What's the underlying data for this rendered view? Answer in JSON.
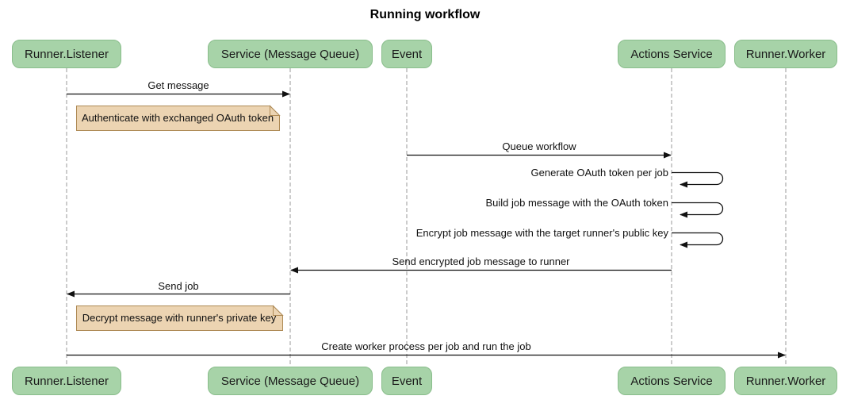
{
  "title": "Running workflow",
  "diagram_type": "sequence",
  "actors": [
    {
      "label": "Runner.Listener"
    },
    {
      "label": "Service (Message Queue)"
    },
    {
      "label": "Event"
    },
    {
      "label": "Actions Service"
    },
    {
      "label": "Runner.Worker"
    }
  ],
  "messages": [
    {
      "text": "Get message",
      "from": "Runner.Listener",
      "to": "Service (Message Queue)",
      "type": "solid-arrow"
    },
    {
      "text": "Queue workflow",
      "from": "Event",
      "to": "Actions Service",
      "type": "solid-arrow"
    },
    {
      "text": "Generate OAuth token per job",
      "from": "Actions Service",
      "to": "Actions Service",
      "type": "self"
    },
    {
      "text": "Build job message with the OAuth token",
      "from": "Actions Service",
      "to": "Actions Service",
      "type": "self"
    },
    {
      "text": "Encrypt job message with the target runner's public key",
      "from": "Actions Service",
      "to": "Actions Service",
      "type": "self"
    },
    {
      "text": "Send encrypted job message to runner",
      "from": "Actions Service",
      "to": "Service (Message Queue)",
      "type": "solid-arrow"
    },
    {
      "text": "Send job",
      "from": "Service (Message Queue)",
      "to": "Runner.Listener",
      "type": "solid-arrow"
    },
    {
      "text": "Create worker process per job and run the job",
      "from": "Runner.Listener",
      "to": "Runner.Worker",
      "type": "solid-arrow"
    }
  ],
  "notes": [
    {
      "text": "Authenticate with exchanged OAuth token",
      "over": "Runner.Listener"
    },
    {
      "text": "Decrypt message with runner's private key",
      "over": "Runner.Listener"
    }
  ],
  "colors": {
    "background": "#FFFFFF",
    "actor_fill": "#A7D3A8",
    "actor_border": "#89BD8B",
    "note_fill": "#ECD4B2",
    "note_border": "#AE8A55",
    "lifeline": "#999999",
    "line": "#111111",
    "text": "#111111"
  }
}
